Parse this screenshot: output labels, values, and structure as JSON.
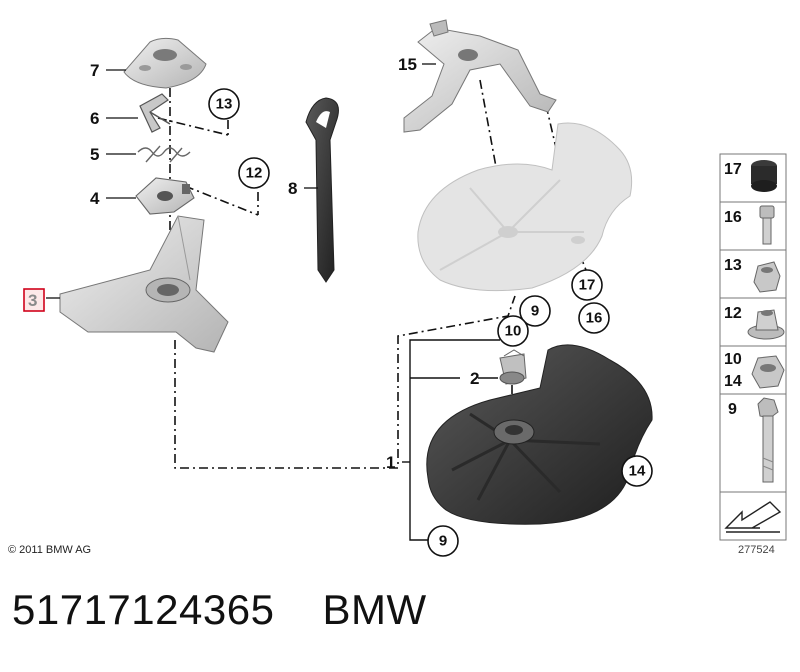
{
  "diagram": {
    "callouts": {
      "c1": "1",
      "c2": "2",
      "c3": "3",
      "c4": "4",
      "c5": "5",
      "c6": "6",
      "c7": "7",
      "c8": "8",
      "c9_top": "9",
      "c9_bottom": "9",
      "c10": "10",
      "c12": "12",
      "c13": "13",
      "c14": "14",
      "c15": "15",
      "c16": "16",
      "c17": "17"
    },
    "side_panel": [
      {
        "number": "17",
        "icon": "rubber-buffer-icon"
      },
      {
        "number": "16",
        "icon": "bolt-short-icon"
      },
      {
        "number": "13",
        "icon": "hex-nut-icon"
      },
      {
        "number": "12",
        "icon": "flange-nut-icon"
      },
      {
        "number": "10",
        "number2": "14",
        "icon": "hex-nut-large-icon"
      },
      {
        "number": "9",
        "icon": "long-bolt-icon"
      },
      {
        "number": "",
        "icon": "direction-arrow-icon"
      }
    ],
    "copyright": "© 2011 BMW AG",
    "diagram_code": "277524"
  },
  "footer": {
    "part_number": "51717124365",
    "brand": "BMW"
  },
  "colors": {
    "highlight": "#d0021b",
    "part_light": "#d9d9d9",
    "part_dark": "#3a3a3a"
  }
}
